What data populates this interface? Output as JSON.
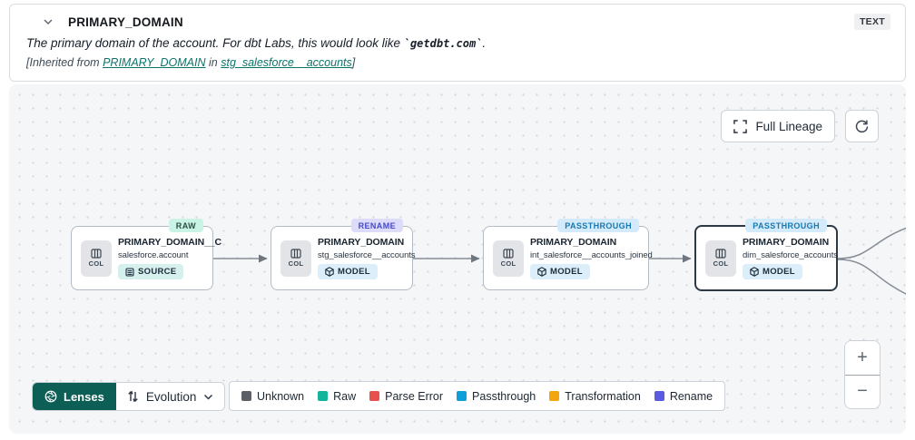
{
  "header": {
    "title": "PRIMARY_DOMAIN",
    "type_badge": "TEXT",
    "description_prefix": "The primary domain of the account. For dbt Labs, this would look like ",
    "description_code": "`getdbt.com`",
    "description_suffix": ".",
    "inherited_prefix": "[Inherited from ",
    "inherited_link_column": "PRIMARY_DOMAIN",
    "inherited_middle": " in ",
    "inherited_link_model": "stg_salesforce__accounts",
    "inherited_suffix": "]"
  },
  "canvas": {
    "full_lineage_label": "Full Lineage",
    "zoom_in_label": "+",
    "zoom_out_label": "−",
    "nodes": [
      {
        "badge": "RAW",
        "title": "PRIMARY_DOMAIN__C",
        "subtitle": "salesforce.account",
        "tag": "SOURCE",
        "col_label": "COL"
      },
      {
        "badge": "RENAME",
        "title": "PRIMARY_DOMAIN",
        "subtitle": "stg_salesforce__accounts",
        "tag": "MODEL",
        "col_label": "COL"
      },
      {
        "badge": "PASSTHROUGH",
        "title": "PRIMARY_DOMAIN",
        "subtitle": "int_salesforce__accounts_joined",
        "tag": "MODEL",
        "col_label": "COL"
      },
      {
        "badge": "PASSTHROUGH",
        "title": "PRIMARY_DOMAIN",
        "subtitle": "dim_salesforce_accounts",
        "tag": "MODEL",
        "col_label": "COL"
      }
    ]
  },
  "toolbar": {
    "lenses_label": "Lenses",
    "evolution_label": "Evolution"
  },
  "legend": {
    "items": [
      {
        "label": "Unknown",
        "color": "#5c6066"
      },
      {
        "label": "Raw",
        "color": "#14b39b"
      },
      {
        "label": "Parse Error",
        "color": "#e7504c"
      },
      {
        "label": "Passthrough",
        "color": "#0c9fd8"
      },
      {
        "label": "Transformation",
        "color": "#f2a50c"
      },
      {
        "label": "Rename",
        "color": "#5a5be0"
      }
    ]
  }
}
